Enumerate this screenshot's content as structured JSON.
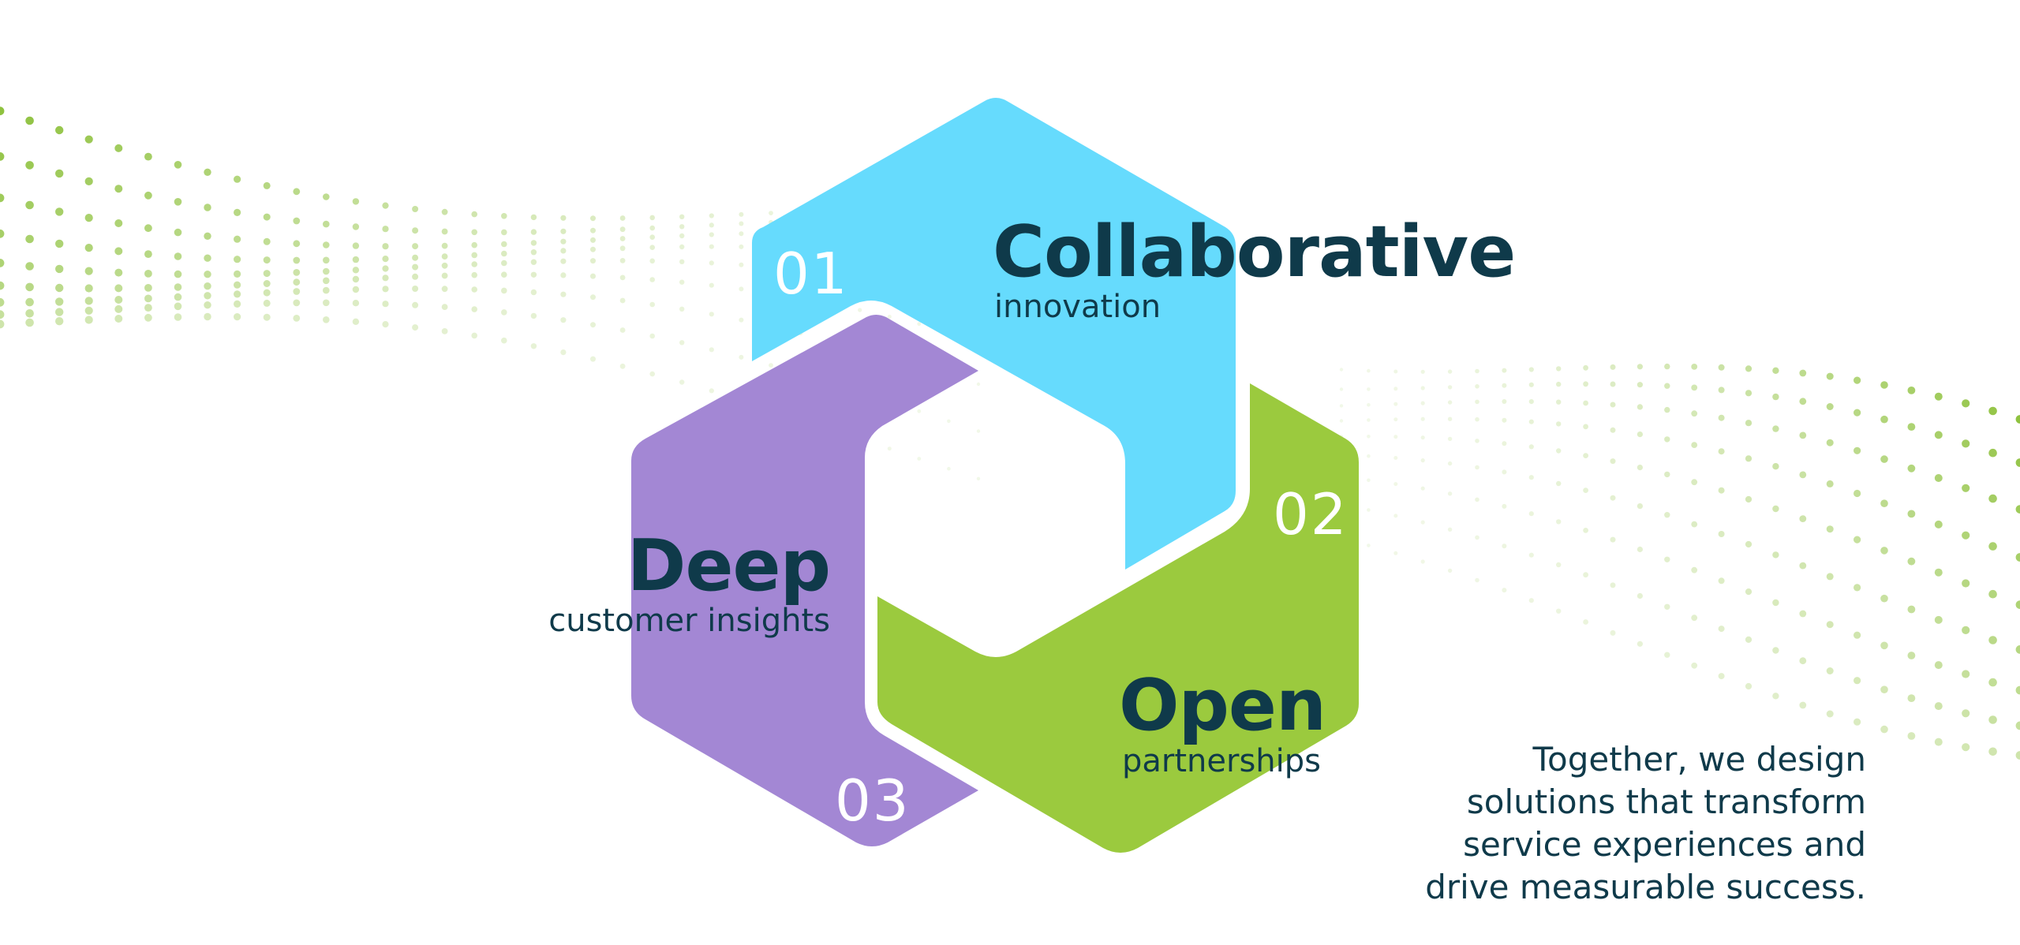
{
  "colors": {
    "collaborative": "#66dbfd",
    "open": "#9bca3e",
    "deep": "#a387d4",
    "text": "#0f3a4a",
    "dots": "#8fc23f"
  },
  "segments": [
    {
      "number": "01",
      "title": "Collaborative",
      "subtitle": "innovation"
    },
    {
      "number": "02",
      "title": "Open",
      "subtitle": "partnerships"
    },
    {
      "number": "03",
      "title": "Deep",
      "subtitle": "customer insights"
    }
  ],
  "tagline": {
    "lines": [
      "Together, we design",
      "solutions that transform",
      "service experiences and",
      "drive measurable success."
    ]
  }
}
